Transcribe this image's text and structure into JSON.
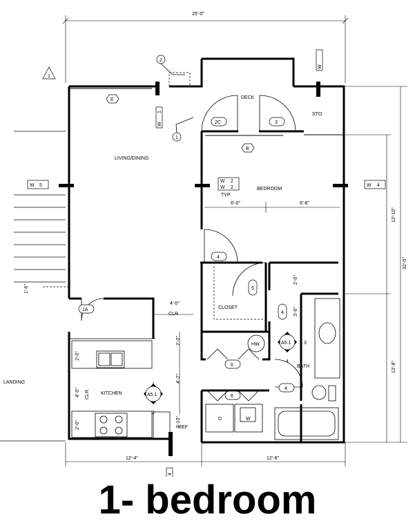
{
  "title": "1- bedroom",
  "rooms": {
    "living": "LIVING/DINING",
    "deck": "DECK",
    "sto": "STO",
    "bedroom": "BEDROOM",
    "closet": "CLOSET",
    "kitchen": "KITCHEN",
    "bath": "BATH",
    "landing": "LANDING"
  },
  "dimensions": {
    "top": "25'-0\"",
    "right_total": "32'-0\"",
    "right_upper": "13'-10\"",
    "right_lower": "13'-8\"",
    "bottom_left": "12'-4\"",
    "bottom_right": "12'-8\"",
    "bed_w1": "6'-0\"",
    "bed_w2": "6'-8\"",
    "clr_4": "4'-0\"",
    "clr": "CLR.",
    "stair": "1'-6\"",
    "k1": "2'-0\"",
    "k2": "4'-0\"",
    "k2clr": "CLR.",
    "k3": "2'-0\"",
    "h1": "2'-2\"",
    "h2": "4'-2\"",
    "h3": "3'-10\"",
    "c1": "2'-0\"",
    "c2": "3'-6\""
  },
  "door_tags": [
    "2C",
    "3",
    "4",
    "5",
    "4",
    "6",
    "6",
    "4",
    "1A"
  ],
  "window_tags": {
    "w5": "5",
    "w4": "4",
    "w1": "1",
    "w2a": "2",
    "w2b": "2",
    "wb": "4"
  },
  "wlabel": "W",
  "typ": "TYP.",
  "callouts": {
    "tri": "1",
    "c1": "1",
    "c2": "2",
    "hexE": "E",
    "hexB": "B",
    "hw": "HW",
    "a51": "A5.1",
    "a51_1": "1",
    "a51_2": "2",
    "a51b": "A5.1",
    "a51b_3": "3",
    "a51b_4": "4"
  },
  "appliances": {
    "d": "D",
    "w": "W",
    "ref": "REF"
  }
}
